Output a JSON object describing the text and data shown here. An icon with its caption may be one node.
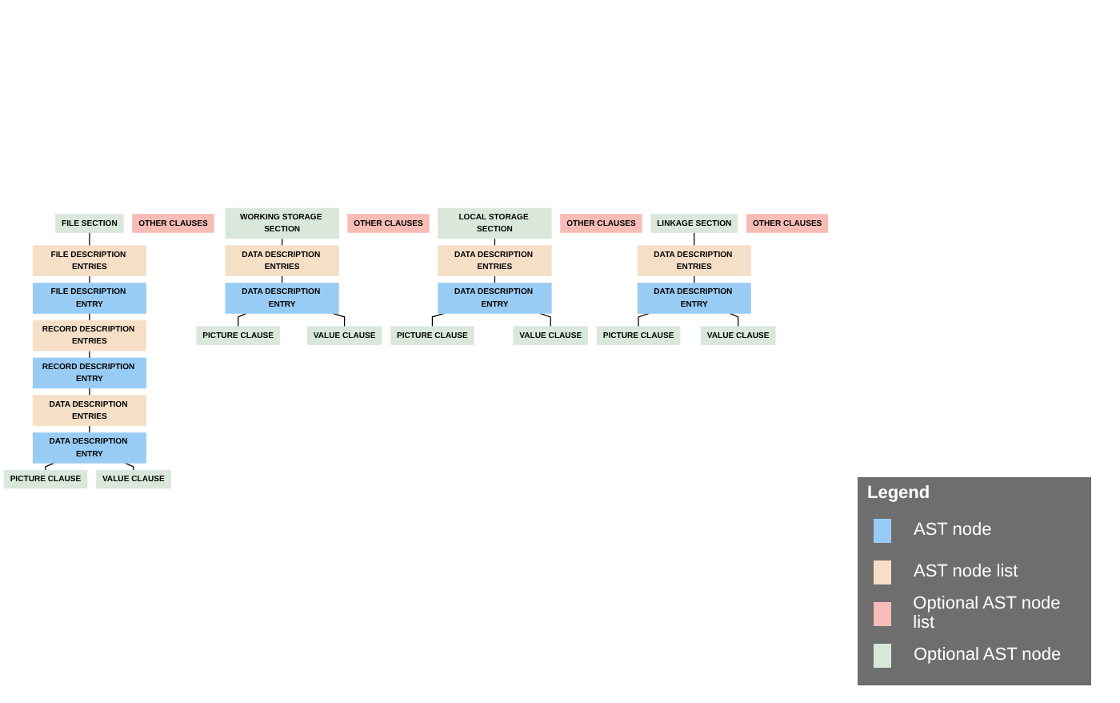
{
  "diagram": {
    "nodes": [
      {
        "text": [
          "FILE SECTION"
        ]
      },
      {
        "text": [
          "FILE DESCRIPTION ENTRIES"
        ]
      },
      {
        "text": [
          "FILE DESCRIPTION ENTRY"
        ]
      },
      {
        "text": [
          "RECORD DESCRIPTION ENTRIES"
        ]
      },
      {
        "text": [
          "RECORD DESCRIPTION ENTRY"
        ]
      },
      {
        "text": [
          "DATA DESCRIPTION ENTRIES"
        ]
      },
      {
        "text": [
          "DATA DESCRIPTION ENTRY"
        ]
      },
      {
        "text": [
          "PICTURE CLAUSE"
        ]
      },
      {
        "text": [
          "VALUE CLAUSE"
        ]
      },
      {
        "text": [
          "OTHER CLAUSES"
        ]
      },
      {
        "text": [
          "WORKING STORAGE SECTION"
        ]
      },
      {
        "text": [
          "DATA DESCRIPTION ENTRIES"
        ]
      },
      {
        "text": [
          "DATA DESCRIPTION ENTRY"
        ]
      },
      {
        "text": [
          "PICTURE CLAUSE"
        ]
      },
      {
        "text": [
          "VALUE CLAUSE"
        ]
      },
      {
        "text": [
          "OTHER CLAUSES"
        ]
      },
      {
        "text": [
          "LOCAL STORAGE SECTION"
        ]
      },
      {
        "text": [
          "DATA DESCRIPTION ENTRIES"
        ]
      },
      {
        "text": [
          "DATA DESCRIPTION ENTRY"
        ]
      },
      {
        "text": [
          "PICTURE CLAUSE"
        ]
      },
      {
        "text": [
          "VALUE CLAUSE"
        ]
      },
      {
        "text": [
          "OTHER CLAUSES"
        ]
      },
      {
        "text": [
          "LINKAGE SECTION"
        ]
      },
      {
        "text": [
          "DATA DESCRIPTION ENTRIES"
        ]
      },
      {
        "text": [
          "DATA DESCRIPTION ENTRY"
        ]
      },
      {
        "text": [
          "PICTURE CLAUSE"
        ]
      },
      {
        "text": [
          "VALUE CLAUSE"
        ]
      },
      {
        "text": [
          "OTHER CLAUSES"
        ]
      }
    ],
    "edges": [
      {
        "from": 0,
        "to": 1,
        "arrow": "none"
      },
      {
        "from": 1,
        "to": 2,
        "arrow": "none"
      },
      {
        "from": 2,
        "to": 3,
        "arrow": "none"
      },
      {
        "from": 3,
        "to": 4,
        "arrow": "none"
      },
      {
        "from": 4,
        "to": 5,
        "arrow": "none"
      },
      {
        "from": 5,
        "to": 6,
        "arrow": "none"
      },
      {
        "from": 6,
        "to": 7,
        "arrow": "none"
      },
      {
        "from": 6,
        "to": 8,
        "arrow": "none"
      },
      {
        "from": 10,
        "to": 11,
        "arrow": "none"
      },
      {
        "from": 11,
        "to": 12,
        "arrow": "none"
      },
      {
        "from": 12,
        "to": 13,
        "arrow": "none"
      },
      {
        "from": 12,
        "to": 14,
        "arrow": "none"
      },
      {
        "from": 16,
        "to": 17,
        "arrow": "none"
      },
      {
        "from": 17,
        "to": 18,
        "arrow": "none"
      },
      {
        "from": 18,
        "to": 19,
        "arrow": "none"
      },
      {
        "from": 18,
        "to": 20,
        "arrow": "none"
      },
      {
        "from": 22,
        "to": 23,
        "arrow": "none"
      },
      {
        "from": 23,
        "to": 24,
        "arrow": "none"
      },
      {
        "from": 24,
        "to": 25,
        "arrow": "none"
      },
      {
        "from": 24,
        "to": 26,
        "arrow": "none"
      }
    ],
    "labels": [
      "Legend"
    ],
    "legend": [
      {
        "text": "AST node",
        "color": "#99ccf5"
      },
      {
        "text": "AST node list",
        "color": "#f5dfc6"
      },
      {
        "text": "Optional AST node list",
        "color": "#f7bcb5"
      },
      {
        "text": "Optional AST node",
        "color": "#d9e8da"
      }
    ]
  }
}
